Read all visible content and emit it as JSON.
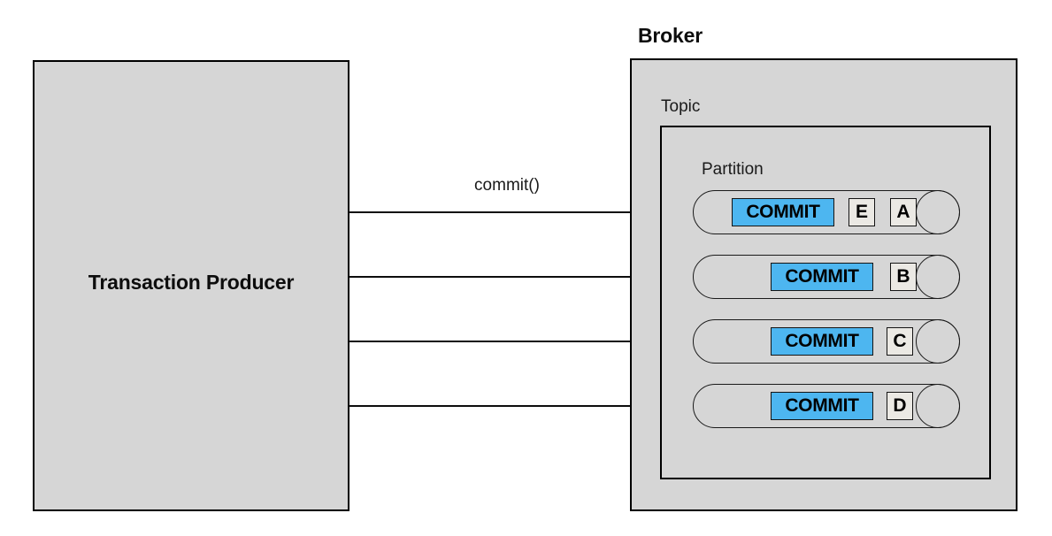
{
  "diagram": {
    "title_broker": "Broker",
    "producer": {
      "label": "Transaction Producer"
    },
    "broker": {
      "topic_label": "Topic",
      "partition_label": "Partition"
    },
    "arrows": {
      "call_label": "commit()",
      "count": 4
    },
    "log_rows": [
      {
        "commit_label": "COMMIT",
        "letters": [
          "E",
          "A"
        ]
      },
      {
        "commit_label": "COMMIT",
        "letters": [
          "B"
        ]
      },
      {
        "commit_label": "COMMIT",
        "letters": [
          "C"
        ]
      },
      {
        "commit_label": "COMMIT",
        "letters": [
          "D"
        ]
      }
    ],
    "colors": {
      "box_fill": "#d6d6d6",
      "commit_chip": "#4db6f0",
      "letter_chip": "#ebe9e4",
      "stroke": "#0d0d0d",
      "background": "#ffffff"
    }
  }
}
